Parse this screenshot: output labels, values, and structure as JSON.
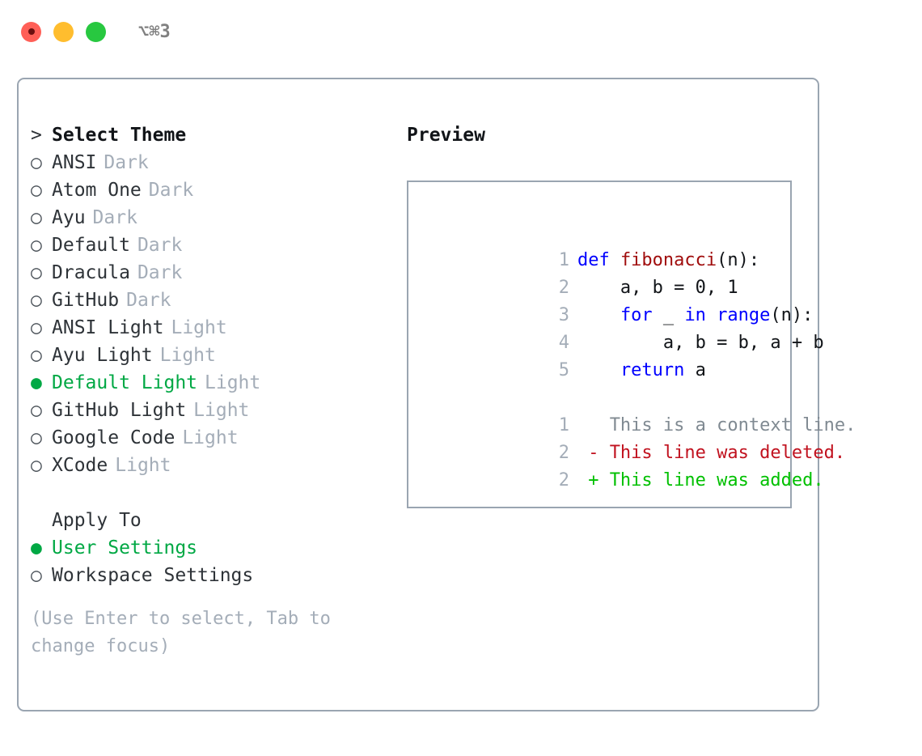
{
  "titlebar": {
    "shortcut": "⌥⌘3",
    "buttons": {
      "close": "close",
      "minimize": "minimize",
      "maximize": "maximize"
    },
    "colors": {
      "close": "#ff5f57",
      "minimize": "#ffbd2e",
      "maximize": "#28c840",
      "shortcut_text": "#808080"
    }
  },
  "colors": {
    "border": "#9aa5b1",
    "text": "#2e3338",
    "muted": "#a4adb8",
    "selected_green": "#00a844",
    "keyword_blue": "#0000ff",
    "function_red": "#a00d0d",
    "diff_add_green": "#00c000",
    "diff_del_red": "#c1121f",
    "context_gray": "#808a92"
  },
  "theme_list": {
    "header_marker": ">",
    "header_label": "Select Theme",
    "items": [
      {
        "marker": "○",
        "label": "ANSI",
        "variant": "Dark",
        "selected": false
      },
      {
        "marker": "○",
        "label": "Atom One",
        "variant": "Dark",
        "selected": false
      },
      {
        "marker": "○",
        "label": "Ayu",
        "variant": "Dark",
        "selected": false
      },
      {
        "marker": "○",
        "label": "Default",
        "variant": "Dark",
        "selected": false
      },
      {
        "marker": "○",
        "label": "Dracula",
        "variant": "Dark",
        "selected": false
      },
      {
        "marker": "○",
        "label": "GitHub",
        "variant": "Dark",
        "selected": false
      },
      {
        "marker": "○",
        "label": "ANSI Light",
        "variant": "Light",
        "selected": false
      },
      {
        "marker": "○",
        "label": "Ayu Light",
        "variant": "Light",
        "selected": false
      },
      {
        "marker": "●",
        "label": "Default Light",
        "variant": "Light",
        "selected": true
      },
      {
        "marker": "○",
        "label": "GitHub Light",
        "variant": "Light",
        "selected": false
      },
      {
        "marker": "○",
        "label": "Google Code",
        "variant": "Light",
        "selected": false
      },
      {
        "marker": "○",
        "label": "XCode",
        "variant": "Light",
        "selected": false
      }
    ]
  },
  "apply_to": {
    "header_label": "Apply To",
    "items": [
      {
        "marker": "●",
        "label": "User Settings",
        "selected": true
      },
      {
        "marker": "○",
        "label": "Workspace Settings",
        "selected": false
      }
    ]
  },
  "hint": "(Use Enter to select, Tab to change focus)",
  "preview": {
    "title": "Preview",
    "code_lines": [
      {
        "lineno": "1",
        "tokens": [
          {
            "t": "def ",
            "c": "kw"
          },
          {
            "t": "fibonacci",
            "c": "fn"
          },
          {
            "t": "(n):",
            "c": "plain"
          }
        ]
      },
      {
        "lineno": "2",
        "tokens": [
          {
            "t": "    a, b = 0, 1",
            "c": "plain"
          }
        ]
      },
      {
        "lineno": "3",
        "tokens": [
          {
            "t": "    ",
            "c": "plain"
          },
          {
            "t": "for",
            "c": "kw"
          },
          {
            "t": " _ ",
            "c": "plain"
          },
          {
            "t": "in ",
            "c": "kw"
          },
          {
            "t": "range",
            "c": "kw"
          },
          {
            "t": "(n):",
            "c": "plain"
          }
        ]
      },
      {
        "lineno": "4",
        "tokens": [
          {
            "t": "        a, b = b, a + b",
            "c": "plain"
          }
        ]
      },
      {
        "lineno": "5",
        "tokens": [
          {
            "t": "    ",
            "c": "plain"
          },
          {
            "t": "return",
            "c": "kw"
          },
          {
            "t": " a",
            "c": "plain"
          }
        ]
      }
    ],
    "diff_lines": [
      {
        "lineno": "1",
        "tokens": [
          {
            "t": "   This is a context line.",
            "c": "ctx"
          }
        ]
      },
      {
        "lineno": "2",
        "tokens": [
          {
            "t": " - This line was deleted.",
            "c": "del"
          }
        ]
      },
      {
        "lineno": "2",
        "tokens": [
          {
            "t": " + This line was added.",
            "c": "add"
          }
        ]
      }
    ]
  }
}
